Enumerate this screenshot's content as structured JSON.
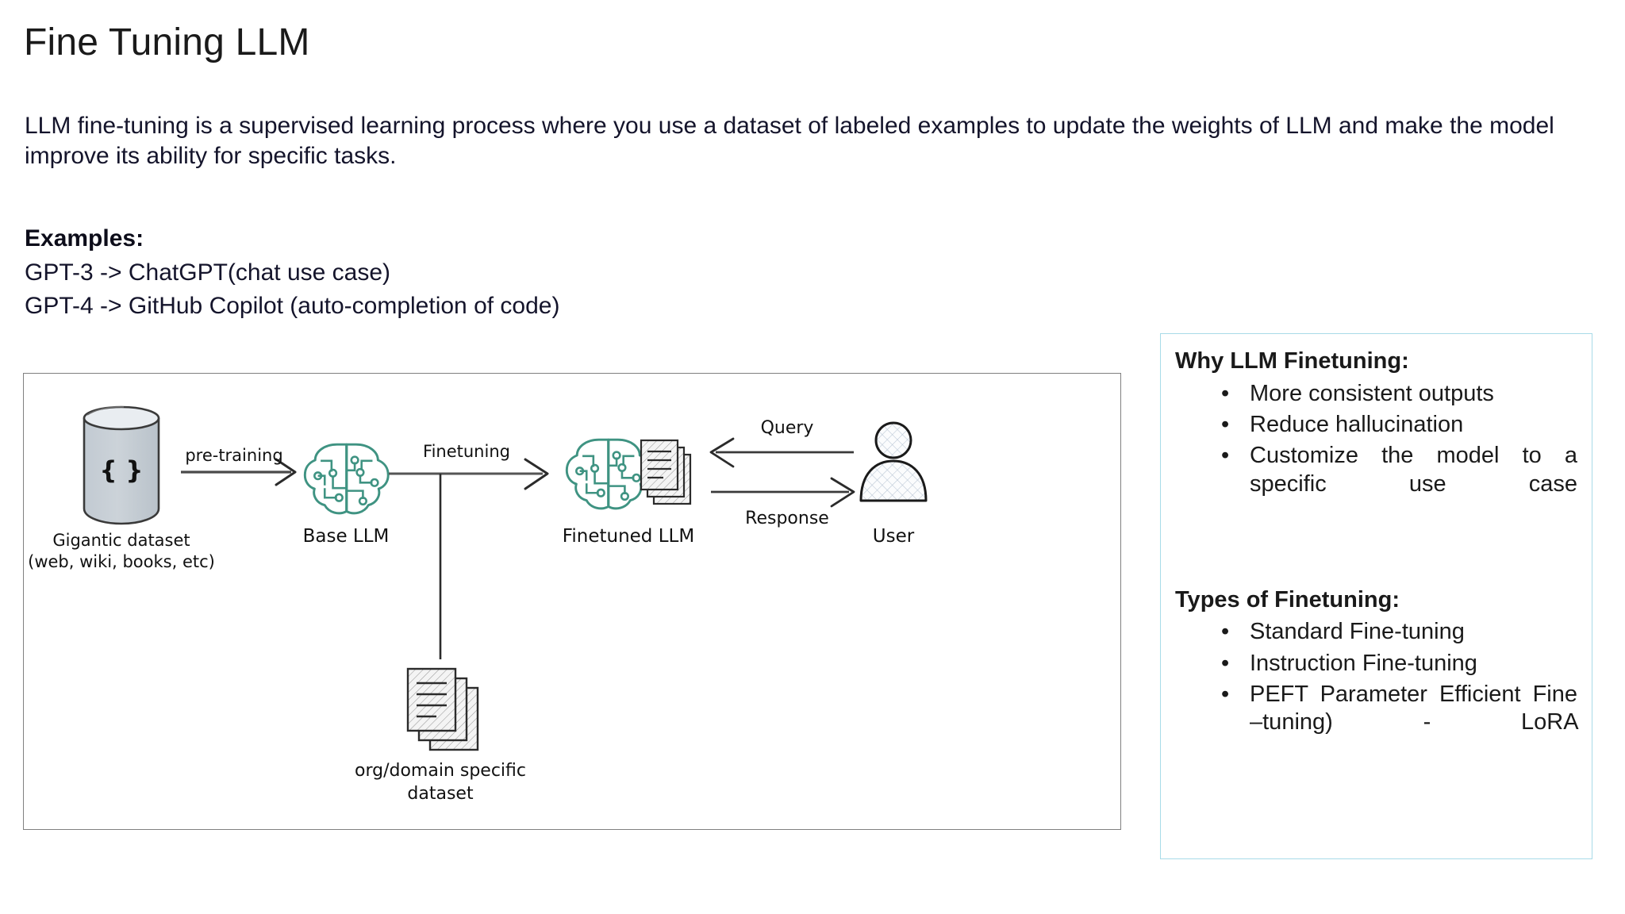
{
  "slide": {
    "title": "Fine Tuning LLM",
    "paragraph": "LLM fine-tuning is a supervised learning process where you use a dataset of labeled examples to update the weights of LLM and make the model improve its ability for specific tasks.",
    "examples_heading": "Examples:",
    "examples": [
      "GPT-3 -> ChatGPT(chat use case)",
      "GPT-4 -> GitHub Copilot (auto-completion of code)"
    ]
  },
  "diagram": {
    "labels": {
      "dataset_line1": "Gigantic dataset",
      "dataset_line2": "(web, wiki, books, etc)",
      "dataset_braces": "{ }",
      "pretraining": "pre-training",
      "base_llm": "Base LLM",
      "finetuning": "Finetuning",
      "finetuned_llm": "Finetuned LLM",
      "query": "Query",
      "response": "Response",
      "user": "User",
      "org_dataset_line1": "org/domain specific",
      "org_dataset_line2": "dataset"
    },
    "colors": {
      "brain": "#3f9382",
      "ink": "#1a1a1a",
      "cylinder_fill": "#c6cdd4",
      "paper_fill": "#f2f2f2",
      "frame_border": "#808080"
    }
  },
  "panel": {
    "border_color": "#a8dbe8",
    "why_heading": "Why LLM Finetuning:",
    "why_items": [
      "More consistent outputs",
      "Reduce hallucination",
      "Customize the model to a specific use case"
    ],
    "types_heading": "Types of Finetuning:",
    "types_items": [
      "Standard Fine-tuning",
      "Instruction Fine-tuning",
      "PEFT Parameter Efficient Fine –tuning) - LoRA"
    ],
    "bullet_glyph": "•"
  }
}
